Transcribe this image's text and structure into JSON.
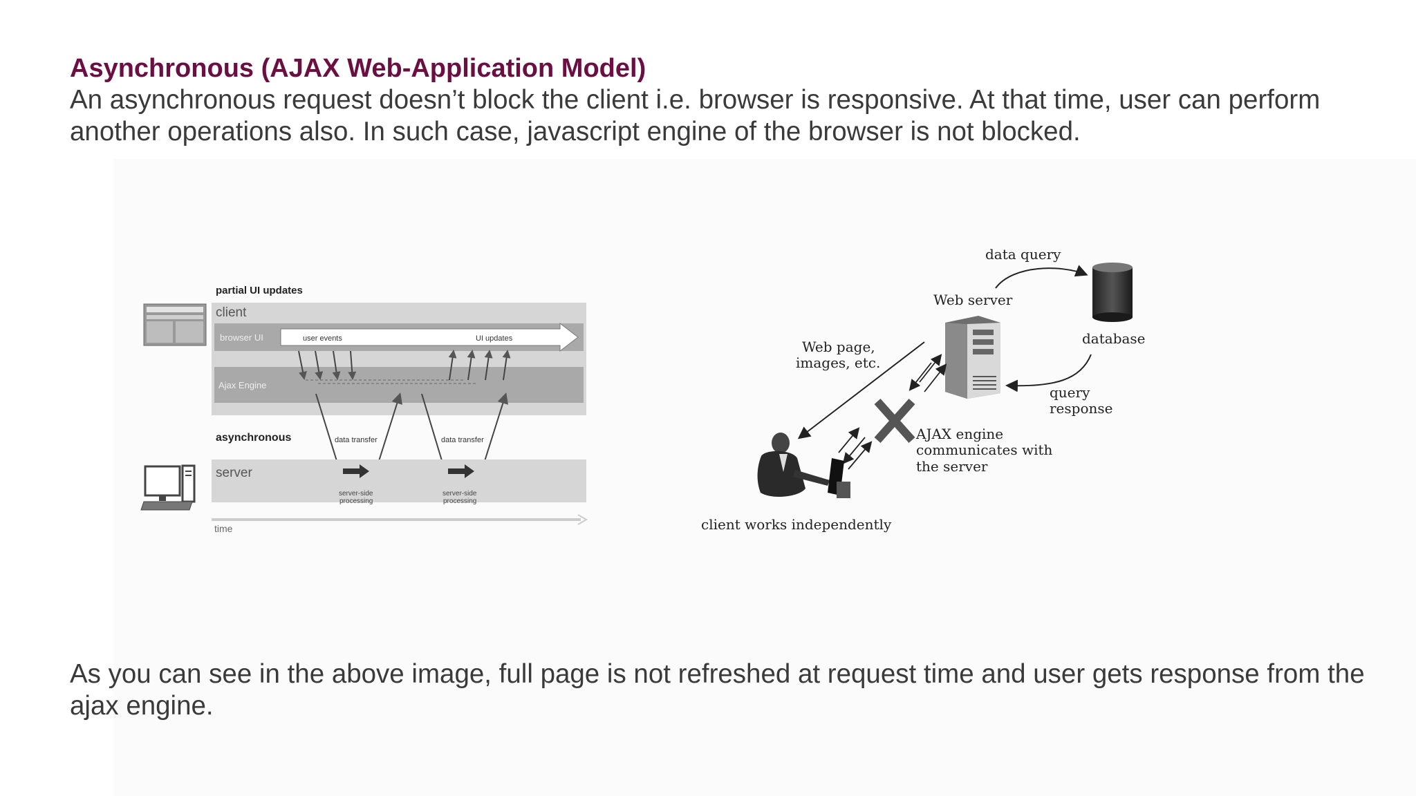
{
  "slide": {
    "heading": "Asynchronous (AJAX Web-Application Model)",
    "intro": "An asynchronous request doesn’t block the client i.e. browser is responsive. At that time, user can perform another operations also. In such case, javascript engine of the browser is not blocked.",
    "conclusion": "As you can see in the above image, full page is not refreshed at request time and user gets response from the ajax engine."
  },
  "timeline_diagram": {
    "partial_ui_updates": "partial UI updates",
    "client": "client",
    "browser_ui": "browser UI",
    "user_events": "user events",
    "ui_updates": "UI updates",
    "ajax_engine": "Ajax Engine",
    "asynchronous": "asynchronous",
    "data_transfer_1": "data transfer",
    "data_transfer_2": "data transfer",
    "server": "server",
    "server_side_1_line1": "server-side",
    "server_side_1_line2": "processing",
    "server_side_2_line1": "server-side",
    "server_side_2_line2": "processing",
    "time": "time"
  },
  "architecture_diagram": {
    "data_query": "data query",
    "web_server": "Web server",
    "database": "database",
    "web_page_line1": "Web page,",
    "web_page_line2": "images, etc.",
    "query_line1": "query",
    "query_line2": "response",
    "ajax_line1": "AJAX engine",
    "ajax_line2": "communicates with",
    "ajax_line3": "the server",
    "client_works": "client works independently"
  }
}
